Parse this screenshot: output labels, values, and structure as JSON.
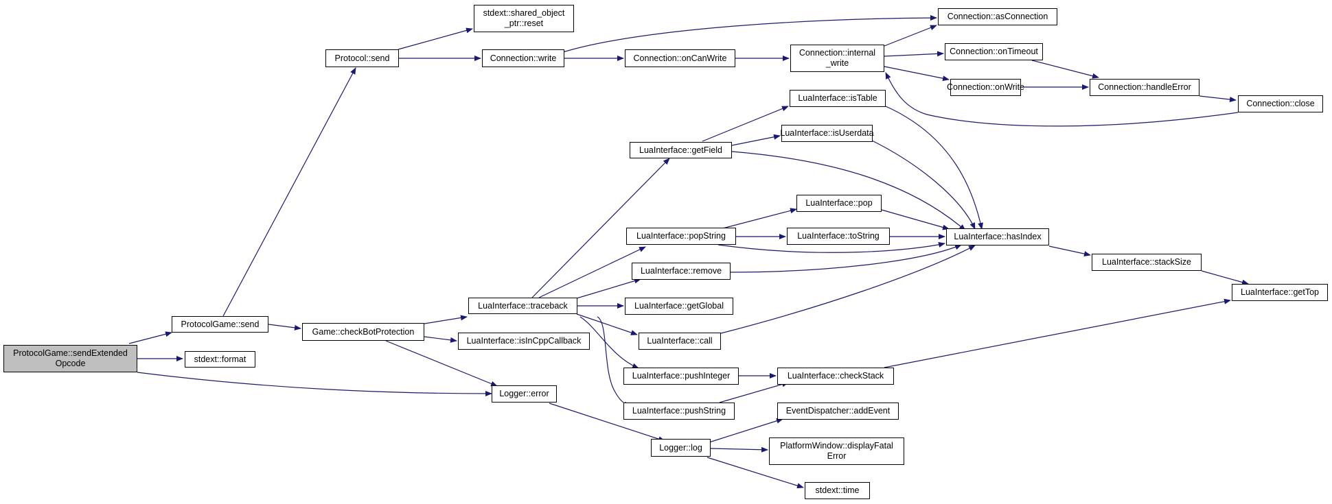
{
  "colors": {
    "edge": "#191970",
    "root_fill": "#bfbfbf",
    "node_fill": "#ffffff",
    "node_border": "#000000"
  },
  "nodes": {
    "sendExtendedOpcode": "ProtocolGame::sendExtended\nOpcode",
    "protocolGameSend": "ProtocolGame::send",
    "stdextFormat": "stdext::format",
    "protocolSend": "Protocol::send",
    "sharedObjectPtrReset": "stdext::shared_object\n_ptr::reset",
    "connectionWrite": "Connection::write",
    "connectionOnCanWrite": "Connection::onCanWrite",
    "connectionInternalWrite": "Connection::internal\n_write",
    "connectionAsConnection": "Connection::asConnection",
    "connectionOnTimeout": "Connection::onTimeout",
    "connectionOnWrite": "Connection::onWrite",
    "connectionHandleError": "Connection::handleError",
    "connectionClose": "Connection::close",
    "gameCheckBotProtection": "Game::checkBotProtection",
    "luaTraceback": "LuaInterface::traceback",
    "luaIsInCppCallback": "LuaInterface::isInCppCallback",
    "loggerError": "Logger::error",
    "loggerLog": "Logger::log",
    "luaGetField": "LuaInterface::getField",
    "luaIsTable": "LuaInterface::isTable",
    "luaIsUserdata": "LuaInterface::isUserdata",
    "luaPop": "LuaInterface::pop",
    "luaPopString": "LuaInterface::popString",
    "luaToString": "LuaInterface::toString",
    "luaHasIndex": "LuaInterface::hasIndex",
    "luaRemove": "LuaInterface::remove",
    "luaGetGlobal": "LuaInterface::getGlobal",
    "luaCall": "LuaInterface::call",
    "luaPushInteger": "LuaInterface::pushInteger",
    "luaPushString": "LuaInterface::pushString",
    "luaCheckStack": "LuaInterface::checkStack",
    "luaStackSize": "LuaInterface::stackSize",
    "luaGetTop": "LuaInterface::getTop",
    "eventDispatcherAddEvent": "EventDispatcher::addEvent",
    "platformWindowDisplayFatalError": "PlatformWindow::displayFatal\nError",
    "stdextTime": "stdext::time"
  }
}
